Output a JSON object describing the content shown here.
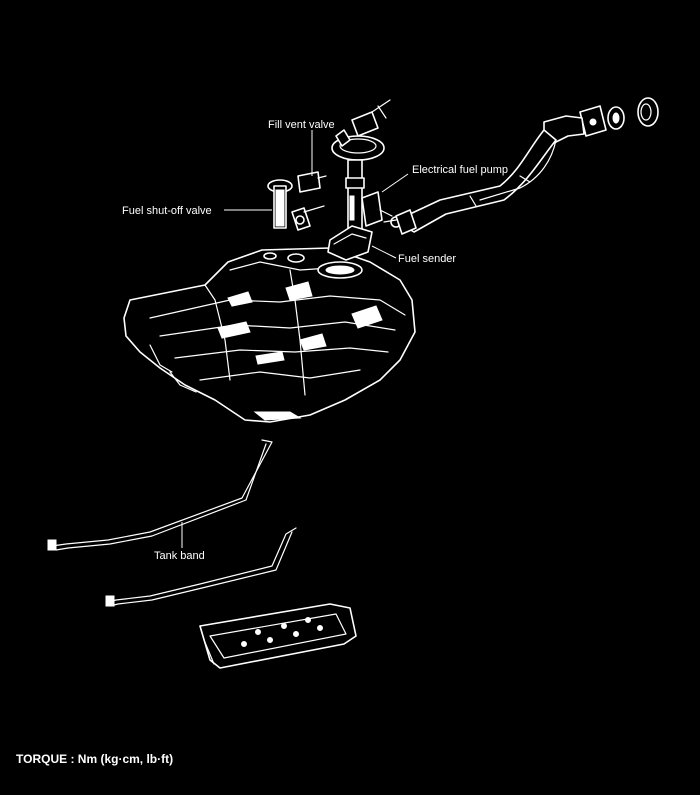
{
  "labels": {
    "fill_vent_valve": "Fill vent valve",
    "electrical_fuel_pump": "Electrical fuel pump",
    "fuel_shutoff_valve": "Fuel shut-off valve",
    "fuel_sender": "Fuel sender",
    "tank_band": "Tank band"
  },
  "footer": {
    "torque_prefix": "TORQUE :",
    "torque_units": "Nm (kg·cm, lb·ft)"
  },
  "colors": {
    "background": "#000000",
    "linework": "#ffffff"
  }
}
